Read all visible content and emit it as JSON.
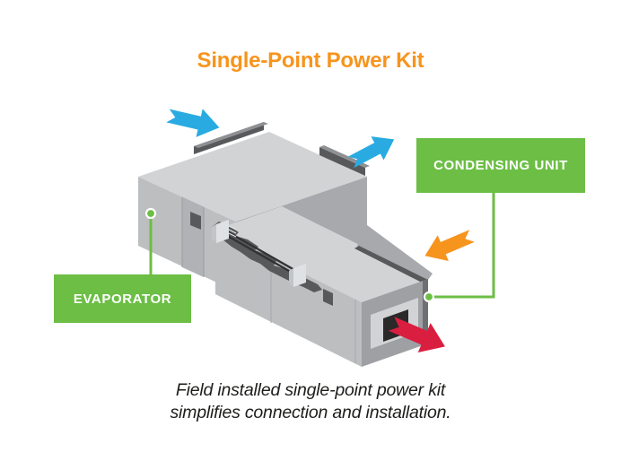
{
  "title": {
    "text": "Single-Point Power Kit",
    "color": "#F7941D"
  },
  "callouts": {
    "condensing_unit": {
      "label": "CONDENSING UNIT",
      "box_color": "#6CBE45",
      "text_color": "#FFFFFF"
    },
    "evaporator": {
      "label": "EVAPORATOR",
      "box_color": "#6CBE45",
      "text_color": "#FFFFFF"
    }
  },
  "caption": {
    "line1": "Field installed single-point power kit",
    "line2": "simplifies connection and installation.",
    "color": "#1D1D1B"
  },
  "arrows": {
    "supply": {
      "color": "#29ABE2",
      "direction": "down-right-into-evaporator"
    },
    "exhaust": {
      "color": "#29ABE2",
      "direction": "up-right-out-of-evaporator"
    },
    "intake": {
      "color": "#F7941D",
      "direction": "down-left-into-condensing-unit"
    },
    "discharge": {
      "color": "#D91E40",
      "direction": "down-right-out-of-condensing-unit"
    }
  },
  "colors": {
    "callout_green": "#6CBE45",
    "unit_light_gray": "#D1D3D4",
    "unit_mid_gray": "#BCBEC0",
    "unit_dark_gray": "#A7A9AC",
    "detail_charcoal": "#58595B",
    "background": "#FFFFFF"
  }
}
